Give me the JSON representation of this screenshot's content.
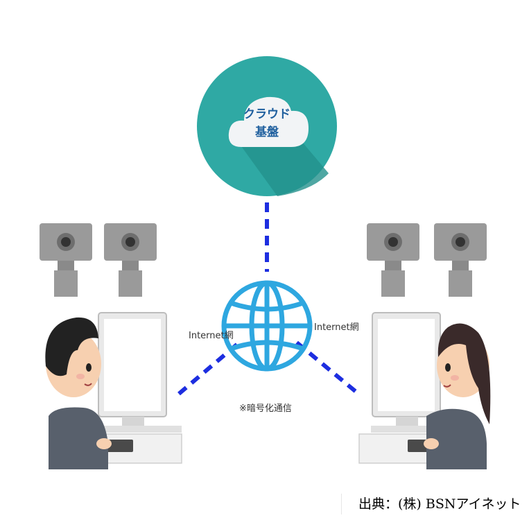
{
  "cloud": {
    "line1": "クラウド",
    "line2": "基盤"
  },
  "links": {
    "left_label": "Internet網",
    "right_label": "Internet網",
    "encryption_note": "※暗号化通信"
  },
  "source": "出典：(株) BSNアイネット",
  "colors": {
    "cloud_circle": "#2fa9a4",
    "cloud_shape": "#f2f4f6",
    "cloud_text": "#1f5f9e",
    "globe": "#2ea7e0",
    "dash": "#1d2ee0",
    "camera": "#9a9a9a"
  },
  "icons": [
    "cloud-icon",
    "globe-icon",
    "camera-icon",
    "computer-monitor-icon",
    "person-icon"
  ]
}
